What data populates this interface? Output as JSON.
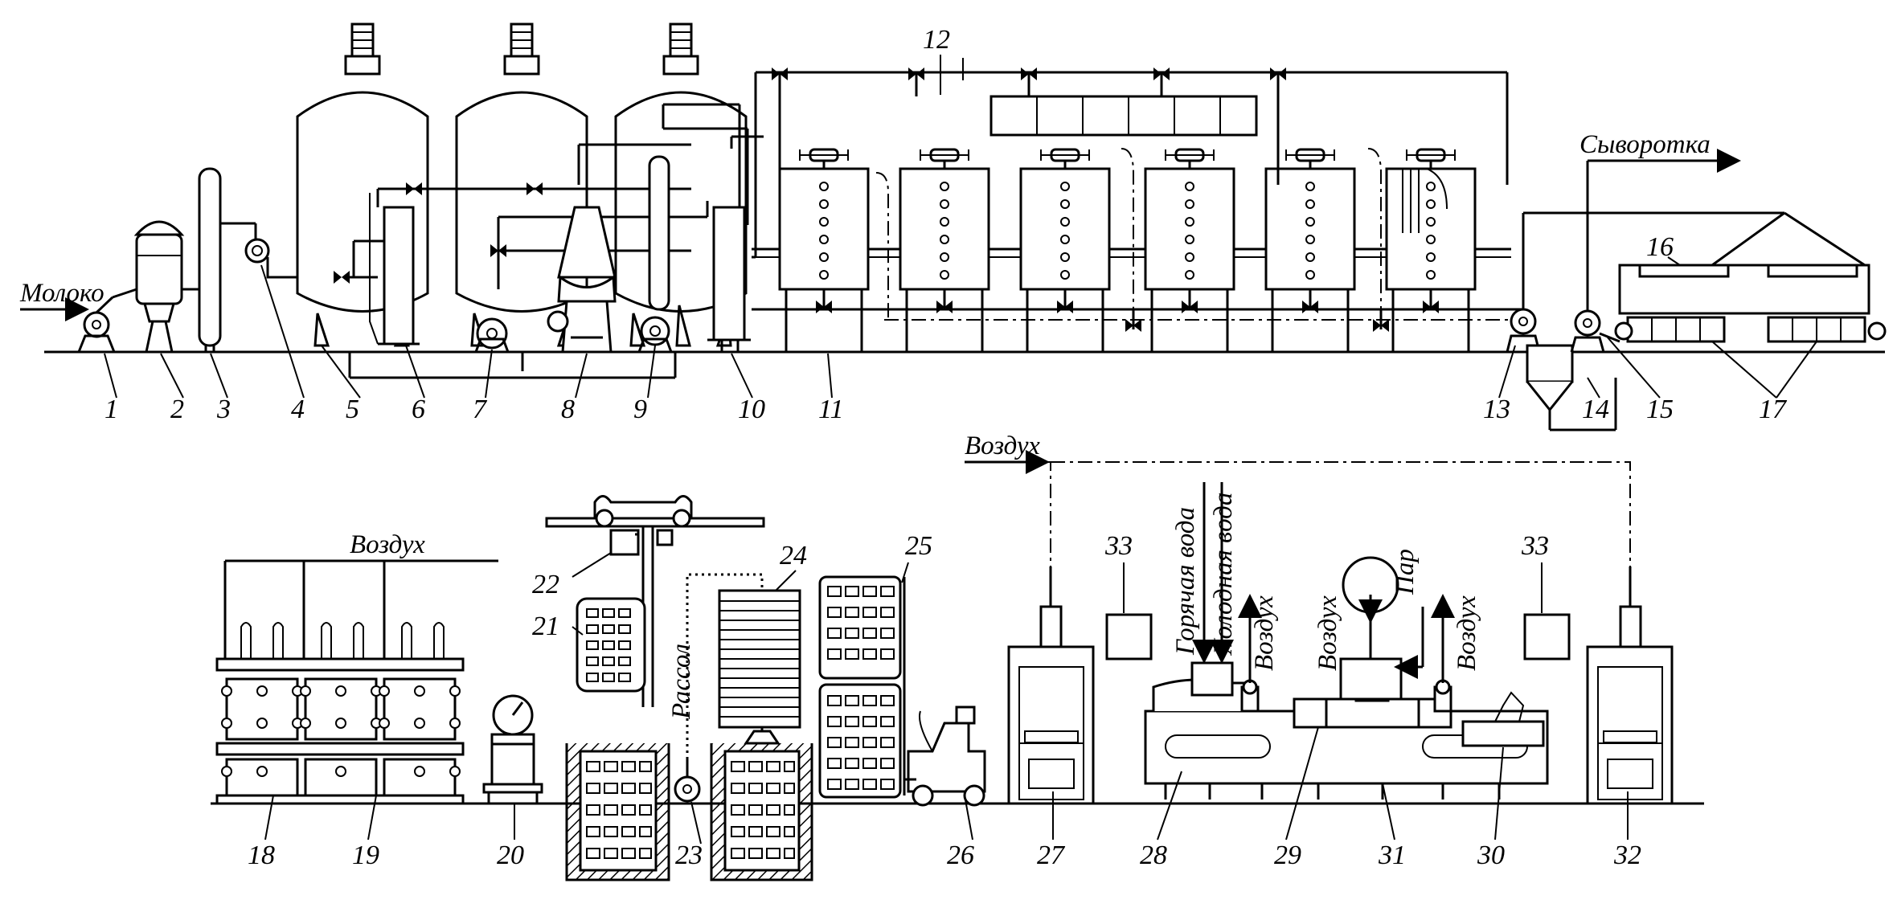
{
  "labels": {
    "milk": "Молоко",
    "whey": "Сыворотка",
    "air_top": "Воздух",
    "air_left": "Воздух",
    "brine": "Рассол",
    "hot_water": "Горячая вода",
    "cold_water": "Холодная вода",
    "air_v1": "Воздух",
    "air_v2": "Воздух",
    "steam": "Пар",
    "air_v3": "Воздух"
  },
  "numbers": [
    "1",
    "2",
    "3",
    "4",
    "5",
    "6",
    "7",
    "8",
    "9",
    "10",
    "11",
    "12",
    "13",
    "14",
    "15",
    "16",
    "17",
    "18",
    "19",
    "20",
    "21",
    "22",
    "23",
    "24",
    "25",
    "26",
    "27",
    "28",
    "29",
    "30",
    "31",
    "32",
    "33",
    "33"
  ]
}
